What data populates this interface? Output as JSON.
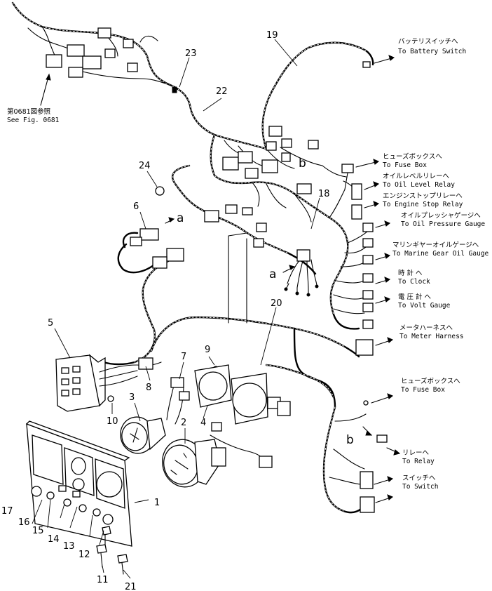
{
  "parts": {
    "p1": "1",
    "p2": "2",
    "p3": "3",
    "p4": "4",
    "p5": "5",
    "p6": "6",
    "p7": "7",
    "p8": "8",
    "p9": "9",
    "p10": "10",
    "p11": "11",
    "p12": "12",
    "p13": "13",
    "p14": "14",
    "p15": "15",
    "p16": "16",
    "p17": "17",
    "p18": "18",
    "p19": "19",
    "p20": "20",
    "p21": "21",
    "p22": "22",
    "p23": "23",
    "p24": "24"
  },
  "letters": {
    "a1": "a",
    "a2": "a",
    "b1": "b",
    "b2": "b"
  },
  "see_fig": {
    "jp": "第0681図参照",
    "en": "See Fig. 0681"
  },
  "connections": [
    {
      "jp": "バッテリスイッチへ",
      "en": "To Battery Switch"
    },
    {
      "jp": "ヒューズボックスへ",
      "en": "To Fuse Box"
    },
    {
      "jp": "オイルレベルリレーへ",
      "en": "To Oil Level Relay"
    },
    {
      "jp": "エンジンストップリレーへ",
      "en": "To Engine Stop Relay"
    },
    {
      "jp": "オイルプレッシャゲージへ",
      "en": "To Oil Pressure Gauge"
    },
    {
      "jp": "マリンギヤーオイルゲージへ",
      "en": "To Marine Gear Oil Gauge"
    },
    {
      "jp": "時 計 へ",
      "en": "To Clock"
    },
    {
      "jp": "電 圧 計 へ",
      "en": "To Volt Gauge"
    },
    {
      "jp": "メータハーネスへ",
      "en": "To Meter Harness"
    },
    {
      "jp": "ヒューズボックスへ",
      "en": "To Fuse Box"
    },
    {
      "jp": "リレーへ",
      "en": "To Relay"
    },
    {
      "jp": "スイッチへ",
      "en": "To Switch"
    }
  ]
}
